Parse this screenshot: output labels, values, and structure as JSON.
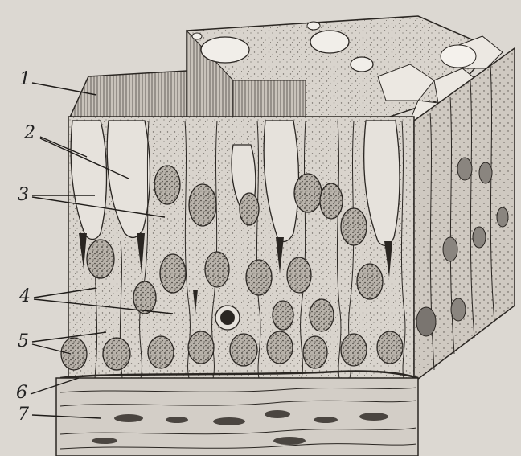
{
  "figure": {
    "labels": [
      "1",
      "2",
      "3",
      "4",
      "5",
      "6",
      "7"
    ]
  },
  "colors": {
    "background": "#dcd8d2",
    "ink": "#2a2622",
    "cytoplasm": "#d6d1ca",
    "goblet": "#e3dfd8",
    "nucleus": "#7a7570",
    "connective": "#cfcac2"
  }
}
